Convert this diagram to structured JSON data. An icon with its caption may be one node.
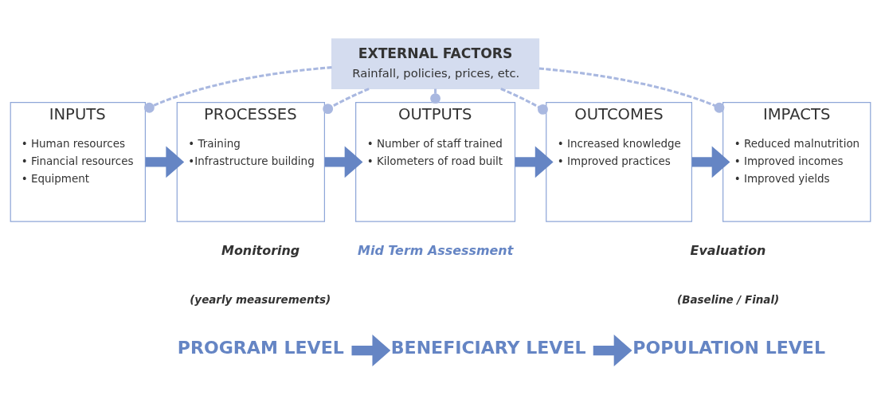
{
  "diagram": {
    "nodes": [
      {
        "text": [
          "EXTERNAL FACTORS",
          "Rainfall, policies, prices, etc."
        ]
      },
      {
        "text": [
          "INPUTS",
          "• Human resources",
          "• Financial resources",
          "• Equipment"
        ]
      },
      {
        "text": [
          "PROCESSES",
          "• Training",
          "•Infrastructure building"
        ]
      },
      {
        "text": [
          "OUTPUTS",
          "• Number of staff trained",
          "• Kilometers of road built"
        ]
      },
      {
        "text": [
          "OUTCOMES",
          "• Increased knowledge",
          "• Improved practices"
        ]
      },
      {
        "text": [
          "IMPACTS",
          "• Reduced malnutrition",
          "• Improved incomes",
          "• Improved yields"
        ]
      },
      {
        "text": [
          "PROGRAM LEVEL"
        ]
      },
      {
        "text": [
          "BENEFICIARY LEVEL"
        ]
      },
      {
        "text": [
          "POPULATION LEVEL"
        ]
      }
    ],
    "edges": [
      {
        "from": 0,
        "to": 1,
        "arrow": "other",
        "style": "dashed",
        "color": "#a9b8e0"
      },
      {
        "from": 0,
        "to": 2,
        "arrow": "other",
        "style": "dashed",
        "color": "#a9b8e0"
      },
      {
        "from": 0,
        "to": 3,
        "arrow": "other",
        "style": "dashed",
        "color": "#a9b8e0"
      },
      {
        "from": 0,
        "to": 4,
        "arrow": "other",
        "style": "dashed",
        "color": "#a9b8e0"
      },
      {
        "from": 0,
        "to": 5,
        "arrow": "other",
        "style": "dashed",
        "color": "#a9b8e0"
      },
      {
        "from": 1,
        "to": 2,
        "arrow": "to"
      },
      {
        "from": 2,
        "to": 3,
        "arrow": "to"
      },
      {
        "from": 3,
        "to": 4,
        "arrow": "to"
      },
      {
        "from": 4,
        "to": 5,
        "arrow": "to"
      },
      {
        "from": 6,
        "to": 7,
        "arrow": "to"
      },
      {
        "from": 7,
        "to": 8,
        "arrow": "to"
      }
    ],
    "labels": [
      "Monitoring",
      "(yearly measurements)",
      "Mid Term Assessment",
      "Evaluation",
      "(Baseline / Final)"
    ]
  }
}
